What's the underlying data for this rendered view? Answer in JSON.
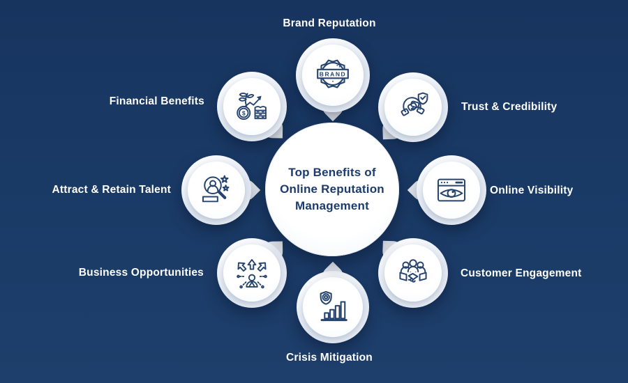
{
  "page": {
    "title": "Top Benefits of Online Reputation Management"
  },
  "center": {
    "lines": [
      "Top Benefits of",
      "Online Reputation",
      "Management"
    ]
  },
  "benefits": [
    {
      "label": "Brand Reputation",
      "icon": "brand-badge-icon"
    },
    {
      "label": "Trust & Credibility",
      "icon": "handshake-shield-icon"
    },
    {
      "label": "Online Visibility",
      "icon": "browser-eye-icon"
    },
    {
      "label": "Customer Engagement",
      "icon": "people-handshake-icon"
    },
    {
      "label": "Crisis Mitigation",
      "icon": "shield-bar-chart-icon"
    },
    {
      "label": "Business Opportunities",
      "icon": "person-arrows-icon"
    },
    {
      "label": "Attract & Retain Talent",
      "icon": "magnifier-person-stars-icon"
    },
    {
      "label": "Financial Benefits",
      "icon": "money-growth-icon"
    }
  ],
  "icons": {
    "brand_badge_text": "BRAND",
    "dollar_sign": "$"
  },
  "colors": {
    "background": "#1a3a66",
    "circle_fill": "#ffffff",
    "ring": "#e7edf5",
    "icon_stroke": "#27446f",
    "label_text": "#ffffff",
    "center_text": "#1d3c6e"
  }
}
